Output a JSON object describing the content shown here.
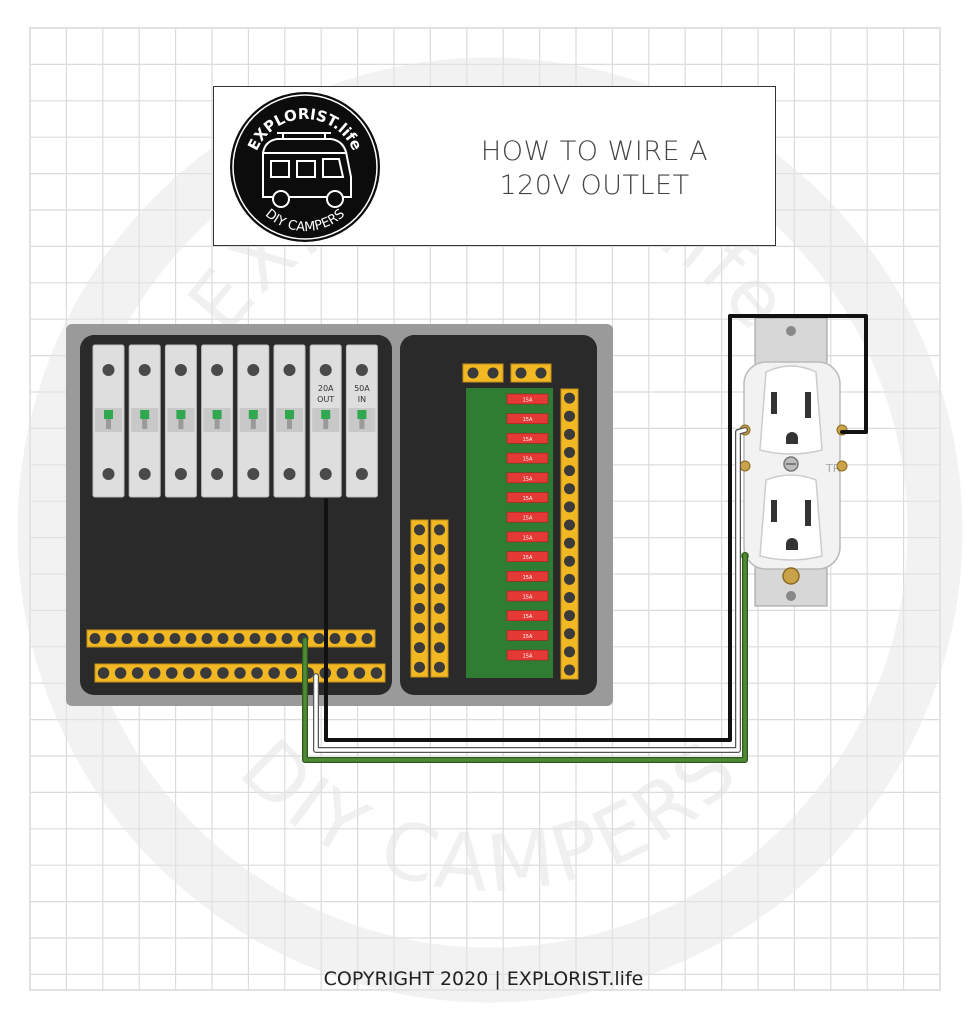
{
  "title": {
    "line1": "HOW TO WIRE A",
    "line2": "120V OUTLET"
  },
  "logo": {
    "brand": "EXPLORIST.life",
    "tagline": "DIY CAMPERS"
  },
  "watermark": {
    "brand": "EXPLORIST.life",
    "tagline": "DIY CAMPERS"
  },
  "breaker_panel": {
    "breakers": [
      {
        "label_top": "",
        "label_bottom": ""
      },
      {
        "label_top": "",
        "label_bottom": ""
      },
      {
        "label_top": "",
        "label_bottom": ""
      },
      {
        "label_top": "",
        "label_bottom": ""
      },
      {
        "label_top": "",
        "label_bottom": ""
      },
      {
        "label_top": "",
        "label_bottom": ""
      },
      {
        "label_top": "20A",
        "label_bottom": "OUT"
      },
      {
        "label_top": "50A",
        "label_bottom": "IN"
      }
    ],
    "fuse_rating": "15A",
    "fuse_count": 14
  },
  "outlet": {
    "marking": "TR"
  },
  "colors": {
    "panel_outer": "#9a9a9a",
    "panel_inner": "#2a2a2a",
    "bus_bar": "#f2b824",
    "fuse_board": "#2f7d32",
    "fuse": "#e53935",
    "breaker_toggle": "#2fa84f",
    "hot_wire": "#111111",
    "neutral_wire": "#ffffff",
    "ground_wire": "#4f8a34"
  },
  "copyright": "COPYRIGHT 2020 | EXPLORIST.life"
}
